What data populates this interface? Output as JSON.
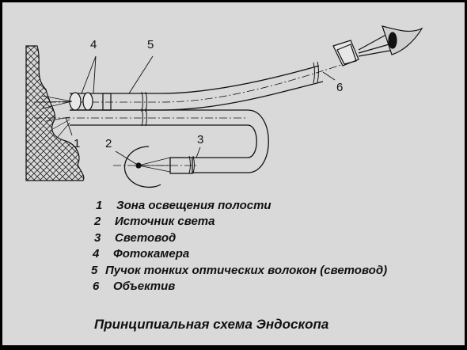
{
  "diagram": {
    "callouts": [
      "1",
      "2",
      "3",
      "4",
      "5",
      "6"
    ]
  },
  "legend": [
    {
      "num": "1",
      "text": "Зона освещения полости"
    },
    {
      "num": "2",
      "text": "Источник света"
    },
    {
      "num": "3",
      "text": "Световод"
    },
    {
      "num": "4",
      "text": "Фотокамера"
    },
    {
      "num": "5",
      "text": "Пучок тонких оптических волокон (световод)"
    },
    {
      "num": "6",
      "text": "Объектив"
    }
  ],
  "caption": "Принципиальная схема Эндоскопа",
  "colors": {
    "background": "#d9d9d9",
    "border": "#000000",
    "ink": "#111111"
  }
}
